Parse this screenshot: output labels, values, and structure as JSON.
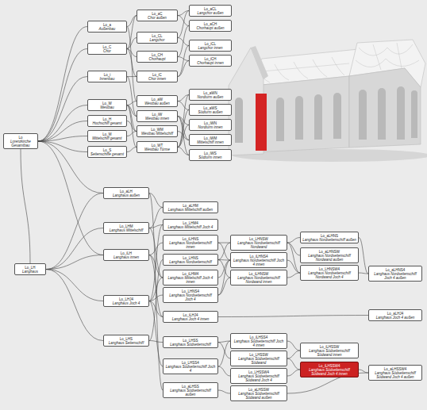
{
  "diagram": {
    "nodes": [
      {
        "text": [
          "Lo",
          "Lorenzkirche Gesamtbau"
        ]
      },
      {
        "text": [
          "Lo_a",
          "Außenbau"
        ]
      },
      {
        "text": [
          "Lo_C",
          "Chor"
        ]
      },
      {
        "text": [
          "Lo_i",
          "Innenbau"
        ]
      },
      {
        "text": [
          "Lo_W",
          "Westbau"
        ]
      },
      {
        "text": [
          "Lo_H",
          "Hochschiff gesamt"
        ]
      },
      {
        "text": [
          "Lo_M",
          "Mittelschiff gesamt"
        ]
      },
      {
        "text": [
          "Lo_S",
          "Seitenschiffe gesamt"
        ]
      },
      {
        "text": [
          "Lo_aC",
          "Chor außen"
        ]
      },
      {
        "text": [
          "Lo_CL",
          "Langchor"
        ]
      },
      {
        "text": [
          "Lo_CH",
          "Chorhaupt"
        ]
      },
      {
        "text": [
          "Lo_iC",
          "Chor innen"
        ]
      },
      {
        "text": [
          "Lo_aW",
          "Westbau außen"
        ]
      },
      {
        "text": [
          "Lo_iW",
          "Westbau innen"
        ]
      },
      {
        "text": [
          "Lo_WM",
          "Westbau Mittelschiff"
        ]
      },
      {
        "text": [
          "Lo_WT",
          "Westbau Türme"
        ]
      },
      {
        "text": [
          "Lo_aCL",
          "Langchor außen"
        ]
      },
      {
        "text": [
          "Lo_aCH",
          "Chorhaupt außen"
        ]
      },
      {
        "text": [
          "Lo_iCL",
          "Langchor innen"
        ]
      },
      {
        "text": [
          "Lo_iCH",
          "Chorhaupt innen"
        ]
      },
      {
        "text": [
          "Lo_aWN",
          "Nordturm außen"
        ]
      },
      {
        "text": [
          "Lo_aWS",
          "Südturm außen"
        ]
      },
      {
        "text": [
          "Lo_iWN",
          "Nordturm innen"
        ]
      },
      {
        "text": [
          "Lo_iWM",
          "Mittelschiff innen"
        ]
      },
      {
        "text": [
          "Lo_iWS",
          "Südturm innen"
        ]
      },
      {
        "text": [
          "Lo_LH",
          "Langhaus"
        ]
      },
      {
        "text": [
          "Lo_aLH",
          "Langhaus außen"
        ]
      },
      {
        "text": [
          "Lo_LHM",
          "Langhaus Mittelschiff"
        ]
      },
      {
        "text": [
          "Lo_iLH",
          "Langhaus innen"
        ]
      },
      {
        "text": [
          "Lo_LHJ4",
          "Langhaus Joch 4"
        ]
      },
      {
        "text": [
          "Lo_LHS",
          "Langhaus Seitenschiff"
        ]
      },
      {
        "text": [
          "Lo_aLHM",
          "Langhaus Mittelschiff außen"
        ]
      },
      {
        "text": [
          "Lo_LHM4",
          "Langhaus Mittelschiff Joch 4"
        ]
      },
      {
        "text": [
          "Lo_iLHNS",
          "Langhaus Nordseitenschiff innen"
        ]
      },
      {
        "text": [
          "Lo_LHNS",
          "Langhaus Nordseitenschiff"
        ]
      },
      {
        "text": [
          "Lo_iLHM4",
          "Langhaus Mittelschiff Joch 4 innen"
        ]
      },
      {
        "text": [
          "Lo_LHNS4",
          "Langhaus Nordseitenschiff Joch 4"
        ]
      },
      {
        "text": [
          "Lo_iLHJ4",
          "Langhaus Joch 4 innen"
        ]
      },
      {
        "text": [
          "Lo_LHSS",
          "Langhaus Südseitenschiff"
        ]
      },
      {
        "text": [
          "Lo_LHSS4",
          "Langhaus Südseitenschiff Joch 4"
        ]
      },
      {
        "text": [
          "Lo_aLHSS",
          "Langhaus Südseitenschiff außen"
        ]
      },
      {
        "text": [
          "Lo_LHNSW",
          "Langhaus Nordseitenschiff Nordwand"
        ]
      },
      {
        "text": [
          "Lo_iLHNS4",
          "Langhaus Nordseitenschiff Joch 4 innen"
        ]
      },
      {
        "text": [
          "Lo_iLHNSW",
          "Langhaus Nordseitenschiff Nordwand innen"
        ]
      },
      {
        "text": [
          "Lo_aLHJ4",
          "Langhaus Joch 4 außen"
        ]
      },
      {
        "text": [
          "Lo_iLHSS4",
          "Langhaus Südseitenschiff Joch 4 innen"
        ]
      },
      {
        "text": [
          "Lo_LHSSW",
          "Langhaus Südseitenschiff Südwand"
        ]
      },
      {
        "text": [
          "Lo_LHSSW4",
          "Langhaus Südseitenschiff Südwand Joch 4"
        ]
      },
      {
        "text": [
          "Lo_aLHSSW",
          "Langhaus Südseitenschiff Südwand außen"
        ]
      },
      {
        "text": [
          "Lo_aLHNS",
          "Langhaus Nordseitenschiff außen"
        ]
      },
      {
        "text": [
          "Lo_aLHNSW",
          "Langhaus Nordseitenschiff Nordwand außen"
        ]
      },
      {
        "text": [
          "Lo_LHNSW4",
          "Langhaus Nordseitenschiff Nordwand Joch 4"
        ]
      },
      {
        "text": [
          "Lo_iLHSSW",
          "Langhaus Südseitenschiff Südwand innen"
        ]
      },
      {
        "text": [
          "Lo_iLHSSW4",
          "Langhaus Südseitenschiff Südwand Joch 4 innen"
        ]
      },
      {
        "text": [
          "Lo_aLHNS4",
          "Langhaus Nordseitenschiff Joch 4 außen"
        ]
      },
      {
        "text": [
          "Lo_aLHSSW4",
          "Langhaus Südseitenschiff Südwand Joch 4 außen"
        ]
      }
    ],
    "edges": [
      {
        "from": 0,
        "to": 1,
        "arrow": "none"
      },
      {
        "from": 0,
        "to": 2,
        "arrow": "none"
      },
      {
        "from": 0,
        "to": 3,
        "arrow": "none"
      },
      {
        "from": 0,
        "to": 4,
        "arrow": "none"
      },
      {
        "from": 0,
        "to": 5,
        "arrow": "none"
      },
      {
        "from": 0,
        "to": 6,
        "arrow": "none"
      },
      {
        "from": 0,
        "to": 7,
        "arrow": "none"
      },
      {
        "from": 0,
        "to": 25,
        "arrow": "none"
      },
      {
        "from": 0,
        "to": 26,
        "arrow": "none"
      },
      {
        "from": 0,
        "to": 28,
        "arrow": "none"
      },
      {
        "from": 1,
        "to": 8,
        "arrow": "none"
      },
      {
        "from": 1,
        "to": 12,
        "arrow": "none"
      },
      {
        "from": 2,
        "to": 8,
        "arrow": "none"
      },
      {
        "from": 2,
        "to": 9,
        "arrow": "none"
      },
      {
        "from": 2,
        "to": 10,
        "arrow": "none"
      },
      {
        "from": 2,
        "to": 11,
        "arrow": "none"
      },
      {
        "from": 3,
        "to": 11,
        "arrow": "none"
      },
      {
        "from": 3,
        "to": 13,
        "arrow": "none"
      },
      {
        "from": 4,
        "to": 12,
        "arrow": "none"
      },
      {
        "from": 4,
        "to": 13,
        "arrow": "none"
      },
      {
        "from": 4,
        "to": 14,
        "arrow": "none"
      },
      {
        "from": 4,
        "to": 15,
        "arrow": "none"
      },
      {
        "from": 5,
        "to": 14,
        "arrow": "none"
      },
      {
        "from": 6,
        "to": 14,
        "arrow": "none"
      },
      {
        "from": 7,
        "to": 15,
        "arrow": "none"
      },
      {
        "from": 8,
        "to": 16,
        "arrow": "none"
      },
      {
        "from": 8,
        "to": 17,
        "arrow": "none"
      },
      {
        "from": 9,
        "to": 16,
        "arrow": "none"
      },
      {
        "from": 9,
        "to": 18,
        "arrow": "none"
      },
      {
        "from": 10,
        "to": 17,
        "arrow": "none"
      },
      {
        "from": 10,
        "to": 19,
        "arrow": "none"
      },
      {
        "from": 11,
        "to": 18,
        "arrow": "none"
      },
      {
        "from": 11,
        "to": 19,
        "arrow": "none"
      },
      {
        "from": 12,
        "to": 20,
        "arrow": "none"
      },
      {
        "from": 12,
        "to": 21,
        "arrow": "none"
      },
      {
        "from": 13,
        "to": 22,
        "arrow": "none"
      },
      {
        "from": 13,
        "to": 23,
        "arrow": "none"
      },
      {
        "from": 13,
        "to": 24,
        "arrow": "none"
      },
      {
        "from": 14,
        "to": 23,
        "arrow": "none"
      },
      {
        "from": 15,
        "to": 20,
        "arrow": "none"
      },
      {
        "from": 15,
        "to": 21,
        "arrow": "none"
      },
      {
        "from": 15,
        "to": 22,
        "arrow": "none"
      },
      {
        "from": 15,
        "to": 24,
        "arrow": "none"
      },
      {
        "from": 25,
        "to": 26,
        "arrow": "none"
      },
      {
        "from": 25,
        "to": 27,
        "arrow": "none"
      },
      {
        "from": 25,
        "to": 28,
        "arrow": "none"
      },
      {
        "from": 25,
        "to": 29,
        "arrow": "none"
      },
      {
        "from": 25,
        "to": 30,
        "arrow": "none"
      },
      {
        "from": 26,
        "to": 31,
        "arrow": "none"
      },
      {
        "from": 26,
        "to": 40,
        "arrow": "none"
      },
      {
        "from": 27,
        "to": 31,
        "arrow": "none"
      },
      {
        "from": 27,
        "to": 32,
        "arrow": "none"
      },
      {
        "from": 27,
        "to": 35,
        "arrow": "none"
      },
      {
        "from": 28,
        "to": 33,
        "arrow": "none"
      },
      {
        "from": 28,
        "to": 35,
        "arrow": "none"
      },
      {
        "from": 28,
        "to": 37,
        "arrow": "none"
      },
      {
        "from": 29,
        "to": 32,
        "arrow": "none"
      },
      {
        "from": 29,
        "to": 35,
        "arrow": "none"
      },
      {
        "from": 29,
        "to": 36,
        "arrow": "none"
      },
      {
        "from": 29,
        "to": 37,
        "arrow": "none"
      },
      {
        "from": 29,
        "to": 39,
        "arrow": "none"
      },
      {
        "from": 30,
        "to": 34,
        "arrow": "none"
      },
      {
        "from": 30,
        "to": 38,
        "arrow": "none"
      },
      {
        "from": 33,
        "to": 41,
        "arrow": "none"
      },
      {
        "from": 33,
        "to": 42,
        "arrow": "none"
      },
      {
        "from": 34,
        "to": 41,
        "arrow": "none"
      },
      {
        "from": 34,
        "to": 42,
        "arrow": "none"
      },
      {
        "from": 34,
        "to": 43,
        "arrow": "none"
      },
      {
        "from": 35,
        "to": 42,
        "arrow": "none"
      },
      {
        "from": 36,
        "to": 42,
        "arrow": "none"
      },
      {
        "from": 36,
        "to": 43,
        "arrow": "none"
      },
      {
        "from": 37,
        "to": 44,
        "arrow": "none"
      },
      {
        "from": 38,
        "to": 45,
        "arrow": "none"
      },
      {
        "from": 38,
        "to": 46,
        "arrow": "none"
      },
      {
        "from": 39,
        "to": 45,
        "arrow": "none"
      },
      {
        "from": 39,
        "to": 47,
        "arrow": "none"
      },
      {
        "from": 40,
        "to": 48,
        "arrow": "none"
      },
      {
        "from": 41,
        "to": 49,
        "arrow": "none"
      },
      {
        "from": 41,
        "to": 50,
        "arrow": "none"
      },
      {
        "from": 41,
        "to": 51,
        "arrow": "none"
      },
      {
        "from": 42,
        "to": 51,
        "arrow": "none"
      },
      {
        "from": 43,
        "to": 51,
        "arrow": "none"
      },
      {
        "from": 45,
        "to": 52,
        "arrow": "none"
      },
      {
        "from": 46,
        "to": 52,
        "arrow": "none"
      },
      {
        "from": 46,
        "to": 53,
        "arrow": "none"
      },
      {
        "from": 47,
        "to": 53,
        "arrow": "none"
      },
      {
        "from": 48,
        "to": 55,
        "arrow": "none"
      },
      {
        "from": 49,
        "to": 54,
        "arrow": "none"
      },
      {
        "from": 51,
        "to": 54,
        "arrow": "none"
      },
      {
        "from": 53,
        "to": 55,
        "arrow": "none"
      }
    ]
  }
}
